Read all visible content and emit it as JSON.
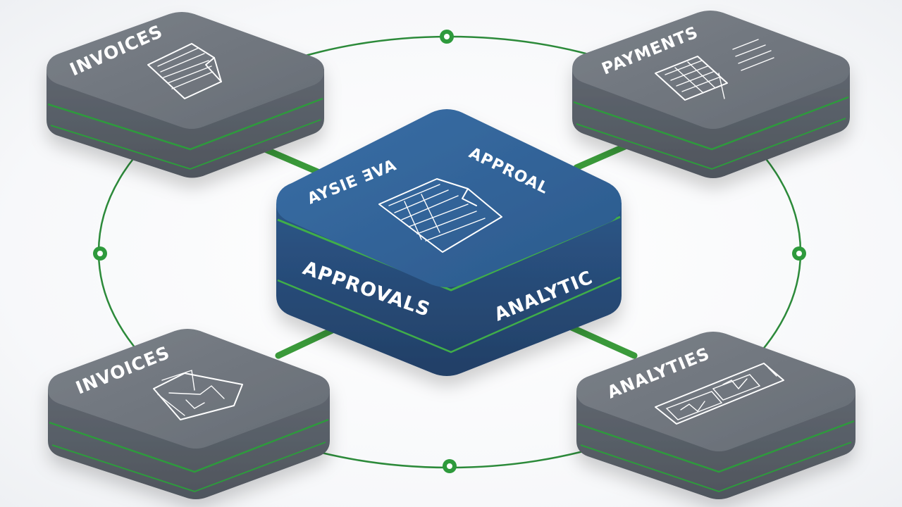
{
  "colors": {
    "node_top": "#6e747c",
    "node_side": "#5b626b",
    "hub_top": "#2f5f93",
    "hub_side": "#284f7e",
    "accent_green": "#2e9a3c",
    "ring": "#2c8a3a",
    "background": "#ffffff"
  },
  "hub": {
    "labels": {
      "top_left": "AYSIE ƎVA",
      "top_right": "APPROAL",
      "front_left": "APPROVALS",
      "front_right": "ANALYTIC"
    },
    "icon": "document-table-icon"
  },
  "nodes": [
    {
      "id": "top-left",
      "label": "INVOICES",
      "icon": "document-icon"
    },
    {
      "id": "top-right",
      "label": "PAYMENTS",
      "icon": "ledger-chart-icon"
    },
    {
      "id": "bottom-left",
      "label": "INVOICES",
      "icon": "sketch-icon"
    },
    {
      "id": "bottom-right",
      "label": "ANALYTIES",
      "icon": "dashboard-icon"
    }
  ],
  "connectors": {
    "ring_nodes": [
      "ring-node-top",
      "ring-node-left",
      "ring-node-right",
      "ring-node-bottom"
    ]
  }
}
